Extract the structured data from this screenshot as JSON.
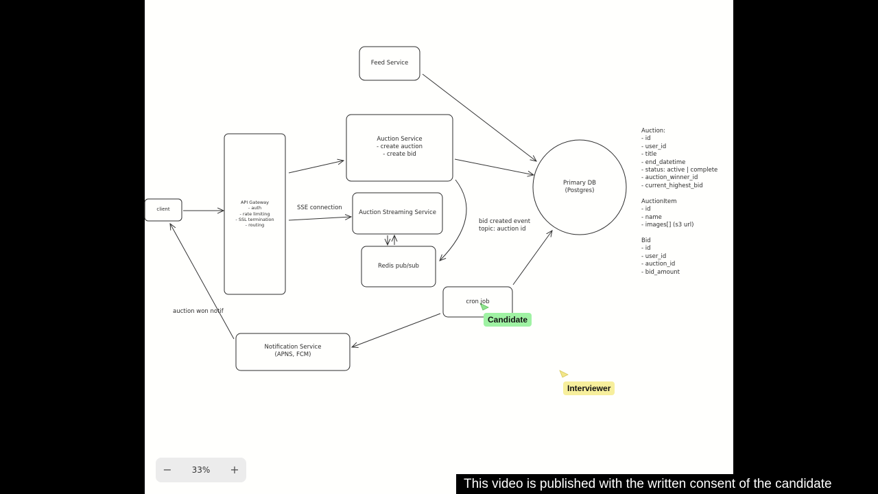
{
  "nodes": {
    "client": "client",
    "api_gateway": "API Gateway\n- auth\n- rate limiting\n- SSL termination\n- routing",
    "feed_service": "Feed Service",
    "auction_service": "Auction Service\n- create auction\n- create bid",
    "auction_streaming": "Auction Streaming Service",
    "redis": "Redis pub/sub",
    "primary_db": "Primary DB\n(Postgres)",
    "cron_job": "cron job",
    "notification_service": "Notification Service\n(APNS, FCM)"
  },
  "edge_labels": {
    "sse": "SSE connection",
    "bid_event": "bid created event\ntopic: auction id",
    "auction_won": "auction won notif"
  },
  "schema": {
    "auction": "Auction:\n- id\n- user_id\n- title\n- end_datetime\n- status: active | complete\n- auction_winner_id\n- current_highest_bid",
    "auction_item": "AuctionItem\n- id\n- name\n- images[] (s3 url)",
    "bid": "Bid\n- id\n- user_id\n- auction_id\n- bid_amount"
  },
  "cursors": {
    "candidate": {
      "label": "Candidate",
      "color": "#9ff2a3"
    },
    "interviewer": {
      "label": "Interviewer",
      "color": "#f7ef9c"
    }
  },
  "zoom": {
    "minus": "−",
    "value": "33%",
    "plus": "+"
  },
  "caption": "This video is published with the written consent of the candidate"
}
